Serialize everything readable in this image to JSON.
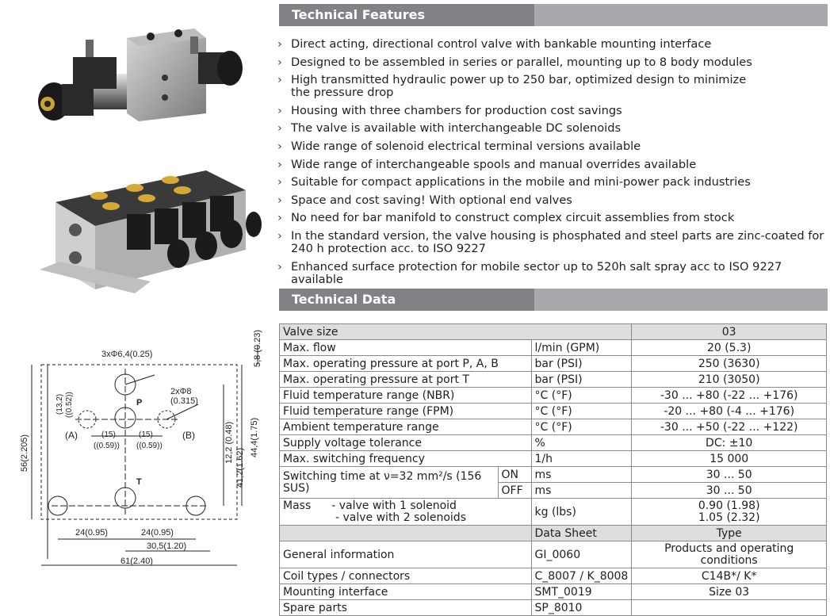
{
  "features": {
    "title": "Technical Features",
    "items": [
      "Direct acting, directional control valve with bankable mounting interface",
      "Designed to be assembled in series or parallel, mounting up to 8 body modules",
      "High transmitted hydraulic power up to 250 bar, optimized design to minimize the pressure drop",
      "Housing with three chambers for production cost savings",
      "The valve is available with interchangeable DC solenoids",
      "Wide range of solenoid electrical terminal versions available",
      "Wide range of interchangeable spools and manual overrides available",
      "Suitable for compact applications in the mobile and mini-power pack industries",
      "Space and cost saving! With optional end valves",
      "No need for bar manifold to construct complex circuit assemblies from stock",
      "In the standard version, the valve housing is phosphated and steel parts are zinc-coated for 240 h protection acc. to ISO 9227",
      "Enhanced surface protection for mobile sector up to 520h salt spray acc to ISO 9227 available"
    ]
  },
  "data": {
    "title": "Technical Data",
    "valve_size": {
      "label": "Valve size",
      "value": "03"
    },
    "rows": [
      {
        "label": "Max. flow",
        "unit": "l/min (GPM)",
        "value": "20 (5.3)"
      },
      {
        "label": "Max. operating pressure at port P, A, B",
        "unit": "bar (PSI)",
        "value": "250 (3630)"
      },
      {
        "label": "Max. operating pressure at port T",
        "unit": "bar (PSI)",
        "value": "210 (3050)"
      },
      {
        "label": "Fluid temperature range (NBR)",
        "unit": "°C (°F)",
        "value": "-30 ... +80 (-22 ... +176)"
      },
      {
        "label": "Fluid temperature range (FPM)",
        "unit": "°C (°F)",
        "value": "-20 ... +80 (-4 ... +176)"
      },
      {
        "label": "Ambient temperature range",
        "unit": "°C (°F)",
        "value": "-30 ... +50 (-22 ... +122)"
      },
      {
        "label": "Supply voltage tolerance",
        "unit": "%",
        "value": "DC: ±10"
      },
      {
        "label": "Max. switching frequency",
        "unit": "1/h",
        "value": "15 000"
      }
    ],
    "switching": {
      "label": "Switching time at ν=32 mm²/s (156 SUS)",
      "on": "ON",
      "off": "OFF",
      "unit": "ms",
      "on_value": "30 ... 50",
      "off_value": "30 ... 50"
    },
    "mass": {
      "label": "Mass",
      "line1": "- valve with 1 solenoid",
      "line2": "- valve with 2 solenoids",
      "unit": "kg (lbs)",
      "value1": "0.90 (1.98)",
      "value2": "1.05 (2.32)"
    },
    "docs_header": {
      "sheet": "Data Sheet",
      "type": "Type"
    },
    "docs": [
      {
        "label": "General information",
        "sheet": "GI_0060",
        "type": "Products and operating conditions"
      },
      {
        "label": "Coil types / connectors",
        "sheet": "C_8007 / K_8008",
        "type": "C14B*/ K*"
      },
      {
        "label": "Mounting interface",
        "sheet": "SMT_0019",
        "type": "Size 03"
      },
      {
        "label": "Spare parts",
        "sheet": "SP_8010",
        "type": ""
      }
    ]
  },
  "drawing": {
    "labels": {
      "holes_big": "3xΦ6,4(0.25)",
      "holes_small": "2xΦ8",
      "holes_small_in": "(0.315)",
      "port_p": "P",
      "port_t": "T",
      "port_a": "(A)",
      "port_b": "(B)",
      "d_13_2": "(13,2)",
      "d_0_52": "((0.52))",
      "d_15a": "(15)",
      "d_15b": "(15)",
      "d_059a": "((0.59))",
      "d_059b": "((0.59))",
      "d_5_8": "5,8 (0.23)",
      "d_12_2": "12,2 (0.48)",
      "d_41_2": "41,2(1.62)",
      "d_44_4": "44,4(1.75)",
      "d_56": "56(2.205)",
      "d_24a": "24(0.95)",
      "d_24b": "24(0.95)",
      "d_30_5": "30,5(1.20)",
      "d_61": "61(2.40)"
    }
  }
}
